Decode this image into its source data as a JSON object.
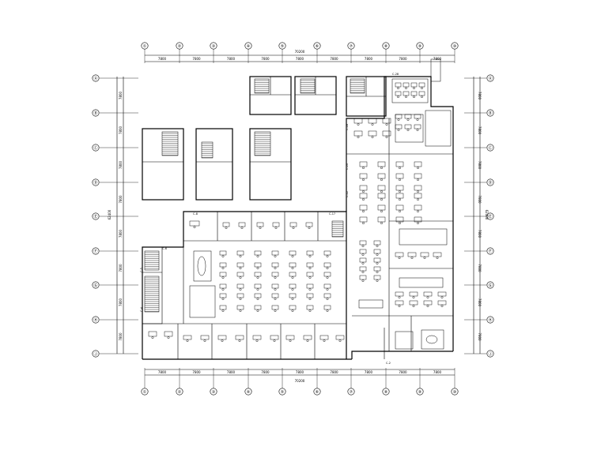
{
  "drawing": {
    "top_axis_labels": [
      "①",
      "②",
      "③",
      "④",
      "⑤",
      "⑥",
      "⑦",
      "⑧",
      "⑨",
      "⑩"
    ],
    "bottom_axis_labels": [
      "①",
      "②",
      "③",
      "④",
      "⑤",
      "⑥",
      "⑦",
      "⑧",
      "⑨",
      "⑩"
    ],
    "left_axis_labels": [
      "Ⓐ",
      "Ⓑ",
      "Ⓒ",
      "Ⓓ",
      "Ⓔ",
      "Ⓕ",
      "Ⓖ",
      "Ⓗ",
      "Ⓙ"
    ],
    "right_axis_labels": [
      "Ⓐ",
      "Ⓑ",
      "Ⓒ",
      "Ⓓ",
      "Ⓔ",
      "Ⓕ",
      "Ⓖ",
      "Ⓗ",
      "Ⓙ"
    ],
    "top_dimensions": [
      "7800",
      "7800",
      "7800",
      "7800",
      "7800",
      "7800",
      "7800",
      "7800",
      "7800"
    ],
    "bottom_dimensions": [
      "7800",
      "7800",
      "7800",
      "7800",
      "7800",
      "7800",
      "7800",
      "7800",
      "7800"
    ],
    "top_total_dimension": "70200",
    "bottom_total_dimension": "70200",
    "left_dimensions": [
      "7800",
      "7800",
      "7800",
      "7800",
      "7800",
      "7800",
      "7800",
      "7800"
    ],
    "right_dimensions": [
      "7800",
      "7800",
      "7800",
      "7800",
      "7800",
      "7800",
      "7800",
      "7800"
    ],
    "left_total_dimension": "62400",
    "right_total_dimension": "62400",
    "room_labels": [
      "C-28",
      "C-18",
      "C-20",
      "C-12",
      "C-8",
      "C-17",
      "C-4",
      "C-5",
      "C-6",
      "C-2"
    ]
  }
}
